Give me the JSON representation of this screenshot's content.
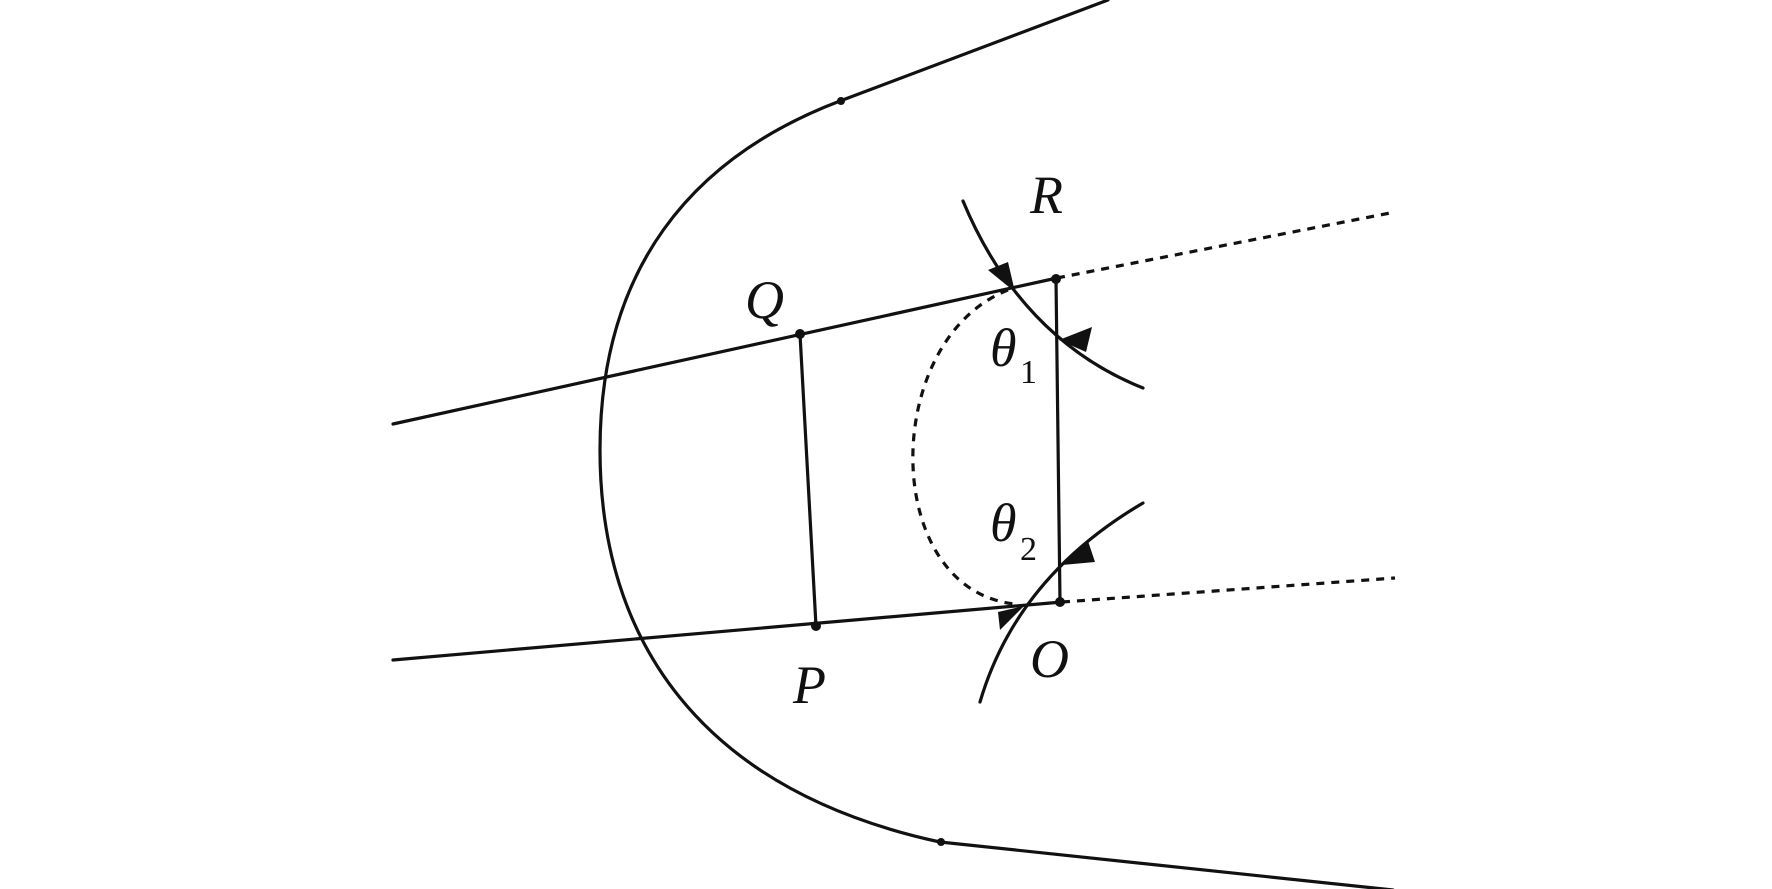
{
  "labels": {
    "R": "R",
    "Q": "Q",
    "P": "P",
    "O": "O",
    "theta1_main": "θ",
    "theta1_sub": "1",
    "theta2_main": "θ",
    "theta2_sub": "2"
  }
}
